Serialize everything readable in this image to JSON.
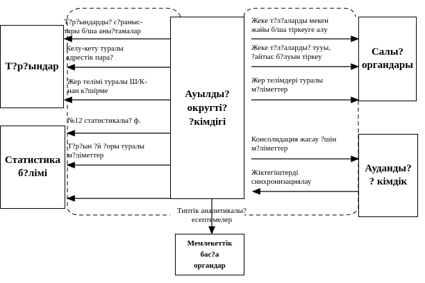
{
  "nodes": {
    "residents": "Т?р?ындар",
    "statistics": "Статистика\nб?лімі",
    "center": "Ауылды?\nокругті?\n?кімдігі",
    "tax": "Салы?\nорган​дары",
    "district": "Ауданды?\n? кімдік",
    "state": "Мемлекеттік\nбас?а\nорган​дар"
  },
  "flows_left": [
    "Т?р?ындарды? с?раныс-\nтары б/ша аны?тамалар",
    "Келу-кету туралы\nадрестік пара?",
    "Жер телімі туралы Ш/К-\nнан к?шірме",
    "№12 статистикалы? ф.",
    "Т?р?ын ?й ?оры туралы\nм?ліметтер"
  ],
  "flows_right": [
    "Жеке  т?л?аларды  мекен\nжайы б/ша тіркеуге алу",
    "Жеке т?л?аларды? тууы,\n?айтыс б?луын тіркеу",
    "Жер телімдері туралы\nм?ліметтер",
    "Консолидация жасау ?шін\nм?ліметтер",
    "Жіктегіштерді\nсинхронизациялау"
  ],
  "bottom_flow": "Типтік аналитикалы?\nесептемелер"
}
